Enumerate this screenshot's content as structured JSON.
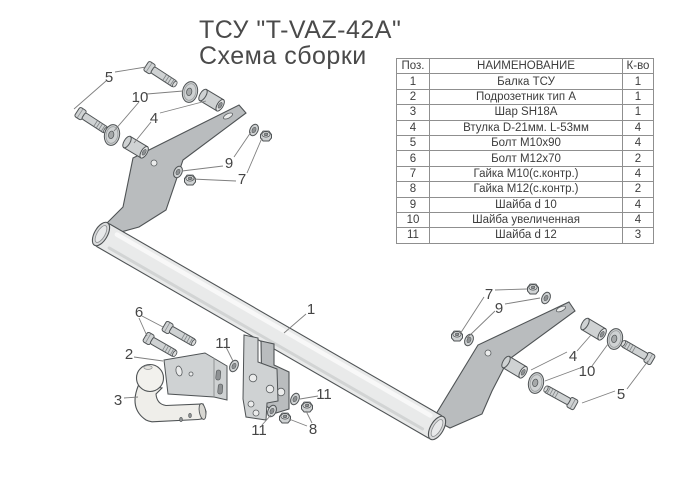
{
  "title": {
    "line1": "ТСУ \"T-VAZ-42A\"",
    "line2": "Схема сборки"
  },
  "parts_table": {
    "headers": [
      "Поз.",
      "НАИМЕНОВАНИЕ",
      "К-во"
    ],
    "rows": [
      [
        "1",
        "Балка ТСУ",
        "1"
      ],
      [
        "2",
        "Подрозетник тип А",
        "1"
      ],
      [
        "3",
        "Шар SH18A",
        "1"
      ],
      [
        "4",
        "Втулка D-21мм. L-53мм",
        "4"
      ],
      [
        "5",
        "Болт М10х90",
        "4"
      ],
      [
        "6",
        "Болт М12х70",
        "2"
      ],
      [
        "7",
        "Гайка М10(с.контр.)",
        "4"
      ],
      [
        "8",
        "Гайка М12(с.контр.)",
        "2"
      ],
      [
        "9",
        "Шайба d 10",
        "4"
      ],
      [
        "10",
        "Шайба увеличенная",
        "4"
      ],
      [
        "11",
        "Шайба d 12",
        "3"
      ]
    ]
  },
  "diagram": {
    "callouts": [
      {
        "label": "5"
      },
      {
        "label": "10"
      },
      {
        "label": "4"
      },
      {
        "label": "9"
      },
      {
        "label": "7"
      },
      {
        "label": "1"
      },
      {
        "label": "6"
      },
      {
        "label": "2"
      },
      {
        "label": "11"
      },
      {
        "label": "3"
      },
      {
        "label": "11"
      },
      {
        "label": "8"
      },
      {
        "label": "11"
      },
      {
        "label": "7"
      },
      {
        "label": "9"
      },
      {
        "label": "4"
      },
      {
        "label": "10"
      },
      {
        "label": "5"
      }
    ]
  },
  "colors": {
    "background": "#ffffff",
    "part_fill": "#cfd2d3",
    "part_dark": "#b9bcbe",
    "beam_fill": "#ececec",
    "outline": "#4f5355",
    "leader_line": "#7f7f7f",
    "text": "#3d3d3d",
    "table_border": "#8f8f8f"
  }
}
